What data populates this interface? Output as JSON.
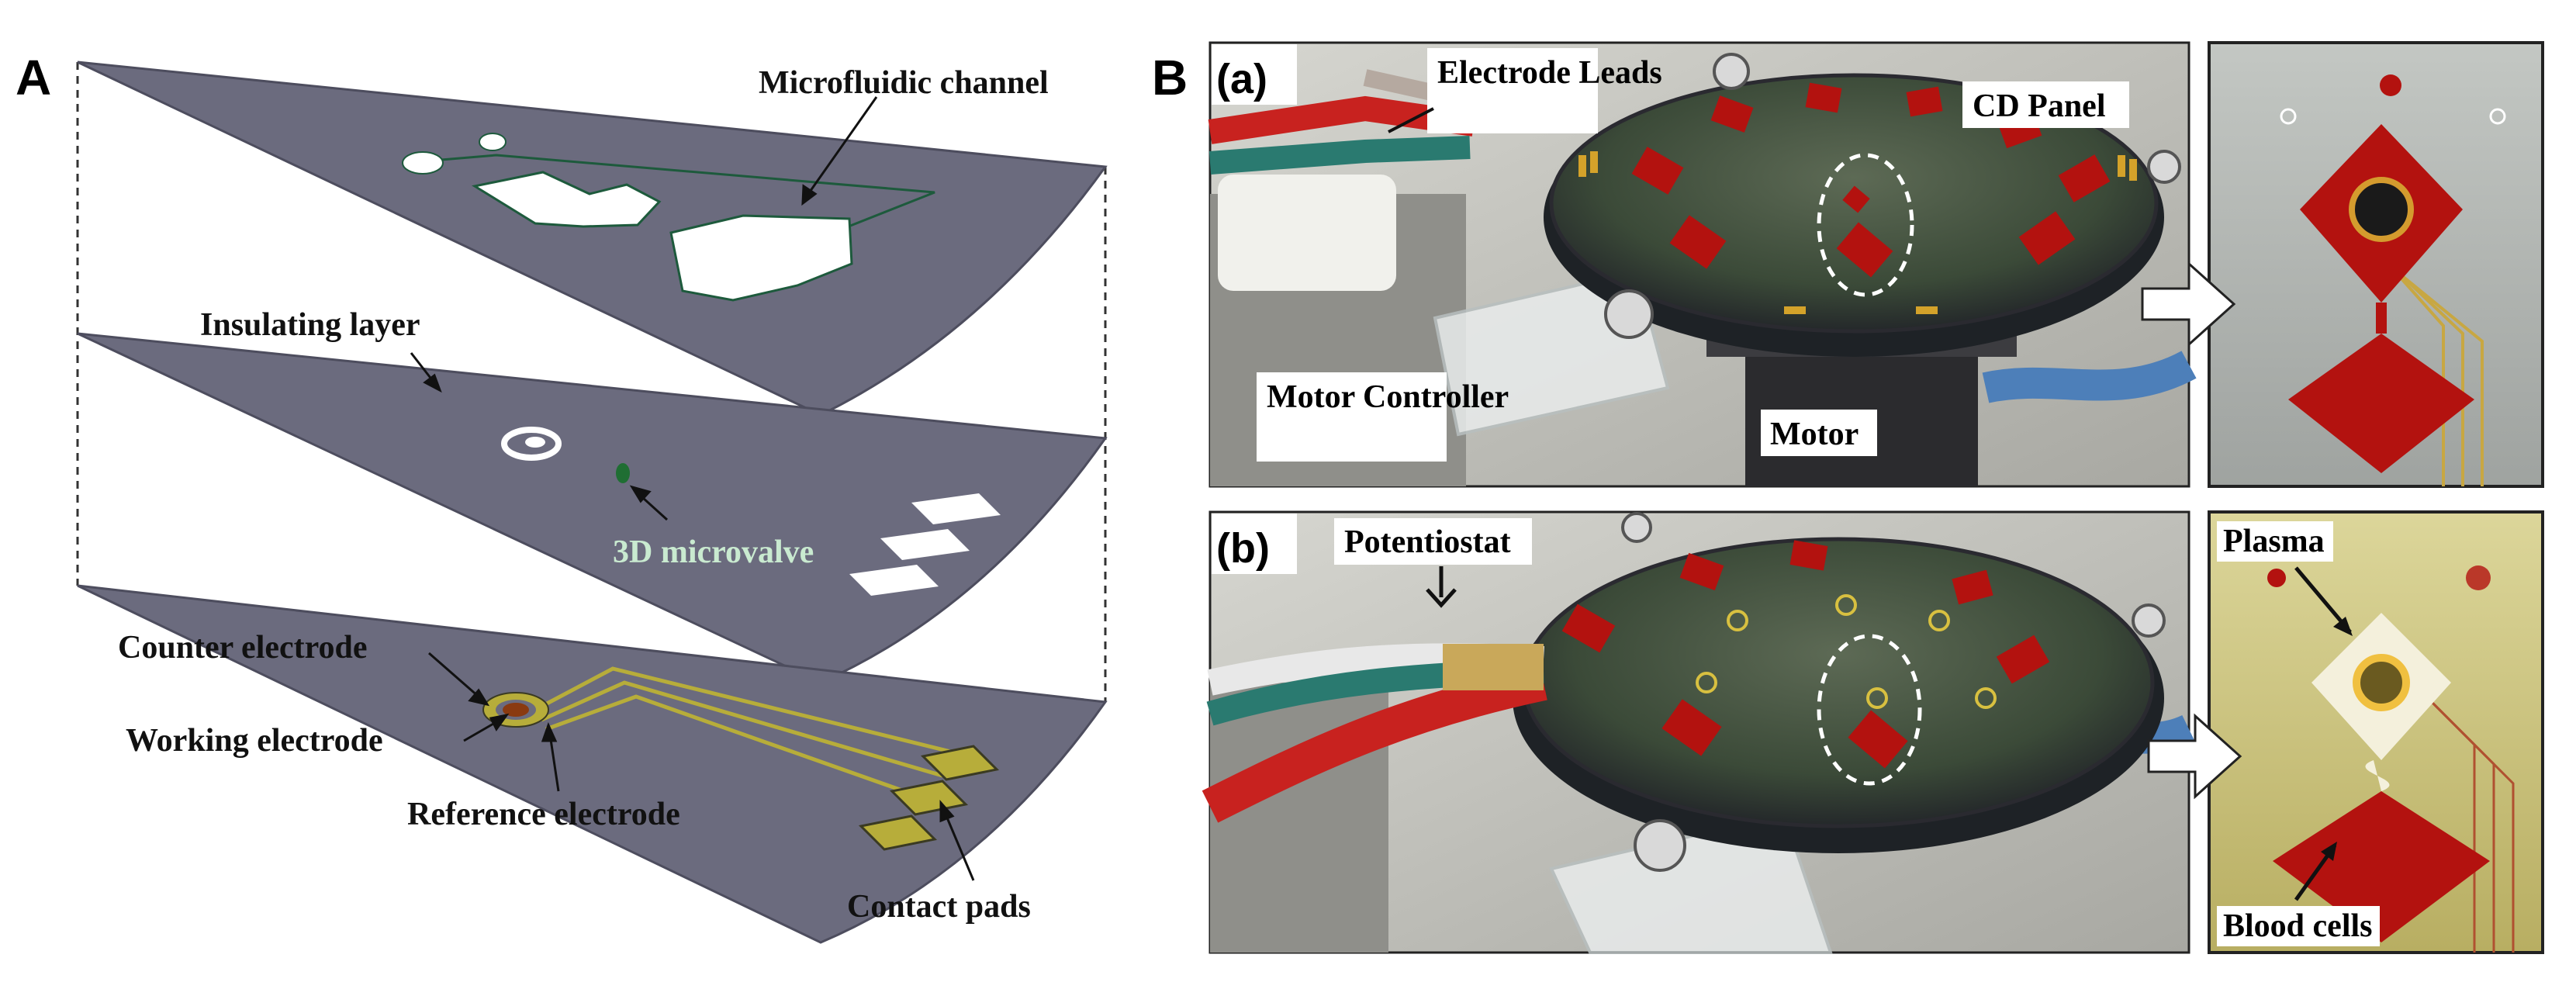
{
  "panel_a": {
    "letter": "A",
    "labels": {
      "microfluidic_channel": "Microfluidic channel",
      "insulating_layer": "Insulating layer",
      "microvalve": "3D microvalve",
      "counter_electrode": "Counter electrode",
      "working_electrode": "Working electrode",
      "reference_electrode": "Reference electrode",
      "contact_pads": "Contact pads"
    },
    "colors": {
      "layer_fill": "#6b6b7e",
      "layer_edge": "#4d4d5e",
      "electrode_gold": "#b7ad3a",
      "valve_green": "#1f6e33"
    }
  },
  "panel_b": {
    "letter": "B",
    "row_a": {
      "tag": "(a)",
      "electrode_leads": "Electrode Leads",
      "cd_panel": "CD Panel",
      "motor_controller": "Motor Controller",
      "motor": "Motor"
    },
    "row_b": {
      "tag": "(b)",
      "potentiostat": "Potentiostat",
      "plasma": "Plasma",
      "blood_cells": "Blood cells"
    },
    "colors": {
      "blood_red": "#b3120f",
      "disc_edge": "#2a2a30",
      "photo_border": "#222222"
    }
  }
}
